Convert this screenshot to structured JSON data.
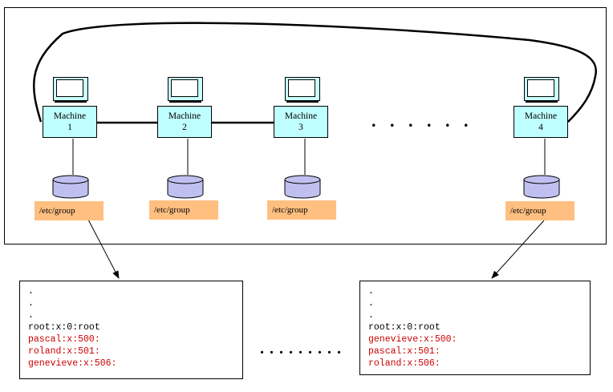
{
  "machines": [
    {
      "label_line1": "Machine",
      "label_line2": "1",
      "file_label": "/etc/group"
    },
    {
      "label_line1": "Machine",
      "label_line2": "2",
      "file_label": "/etc/group"
    },
    {
      "label_line1": "Machine",
      "label_line2": "3",
      "file_label": "/etc/group"
    },
    {
      "label_line1": "Machine",
      "label_line2": "4",
      "file_label": "/etc/group"
    }
  ],
  "ellipsis_top": ". . . . . .",
  "ellipsis_bottom": ". . . . . . . . .",
  "group_files": [
    {
      "lines": [
        {
          "text": ".",
          "highlight": false
        },
        {
          "text": ".",
          "highlight": false
        },
        {
          "text": ".",
          "highlight": false
        },
        {
          "text": "root:x:0:root",
          "highlight": false
        },
        {
          "text": "pascal:x:500:",
          "highlight": true
        },
        {
          "text": "roland:x:501:",
          "highlight": true
        },
        {
          "text": "genevieve:x:506:",
          "highlight": true
        }
      ]
    },
    {
      "lines": [
        {
          "text": ".",
          "highlight": false
        },
        {
          "text": ".",
          "highlight": false
        },
        {
          "text": ".",
          "highlight": false
        },
        {
          "text": "root:x:0:root",
          "highlight": false
        },
        {
          "text": "genevieve:x:500:",
          "highlight": true
        },
        {
          "text": "pascal:x:501:",
          "highlight": true
        },
        {
          "text": "roland:x:506:",
          "highlight": true
        }
      ]
    }
  ],
  "colors": {
    "machine_fill": "#c0ffff",
    "disk_fill": "#c0c0f0",
    "label_fill": "#ffbf80",
    "highlight_text": "#cc0000"
  }
}
